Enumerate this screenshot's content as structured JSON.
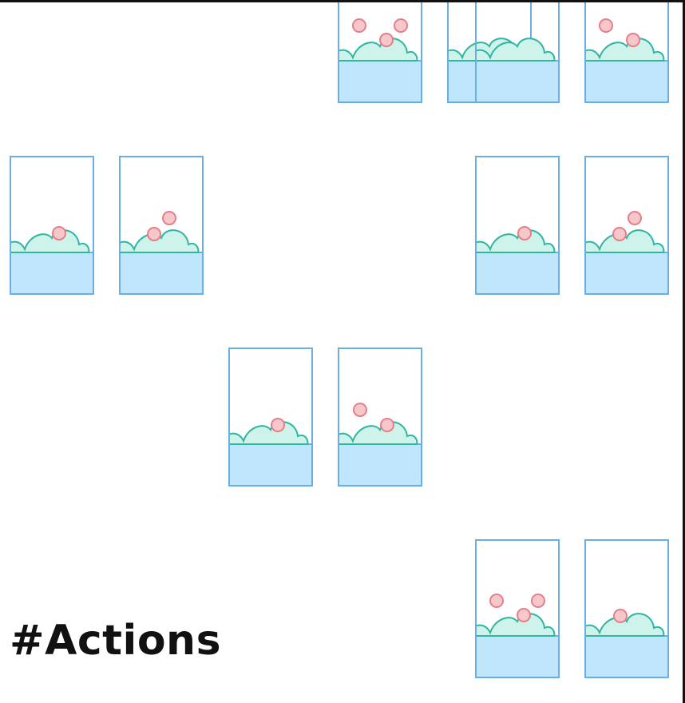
{
  "caption": "#Actions",
  "colors": {
    "glass_outline": "#6aaee4",
    "liquid_fill": "#bfe6fb",
    "foam_fill": "#cdf3ea",
    "foam_outline": "#2fb5a2",
    "bubble_fill": "#f6c8cc",
    "bubble_outline": "#e77e87",
    "caption": "#111111",
    "frame": "#111111"
  },
  "beaker_groups": [
    {
      "name": "top-center-right-pair",
      "beakers": [
        {
          "bubbles": 3
        },
        {
          "bubbles": 0
        }
      ]
    },
    {
      "name": "top-right-pair",
      "beakers": [
        {
          "bubbles": 0
        },
        {
          "bubbles": 2
        }
      ]
    },
    {
      "name": "middle-left-pair",
      "beakers": [
        {
          "bubbles": 1
        },
        {
          "bubbles": 2
        }
      ]
    },
    {
      "name": "middle-right-pair",
      "beakers": [
        {
          "bubbles": 1
        },
        {
          "bubbles": 2
        }
      ]
    },
    {
      "name": "center-pair",
      "beakers": [
        {
          "bubbles": 1
        },
        {
          "bubbles": 2
        }
      ]
    },
    {
      "name": "bottom-right-pair",
      "beakers": [
        {
          "bubbles": 3
        },
        {
          "bubbles": 1
        }
      ]
    }
  ]
}
